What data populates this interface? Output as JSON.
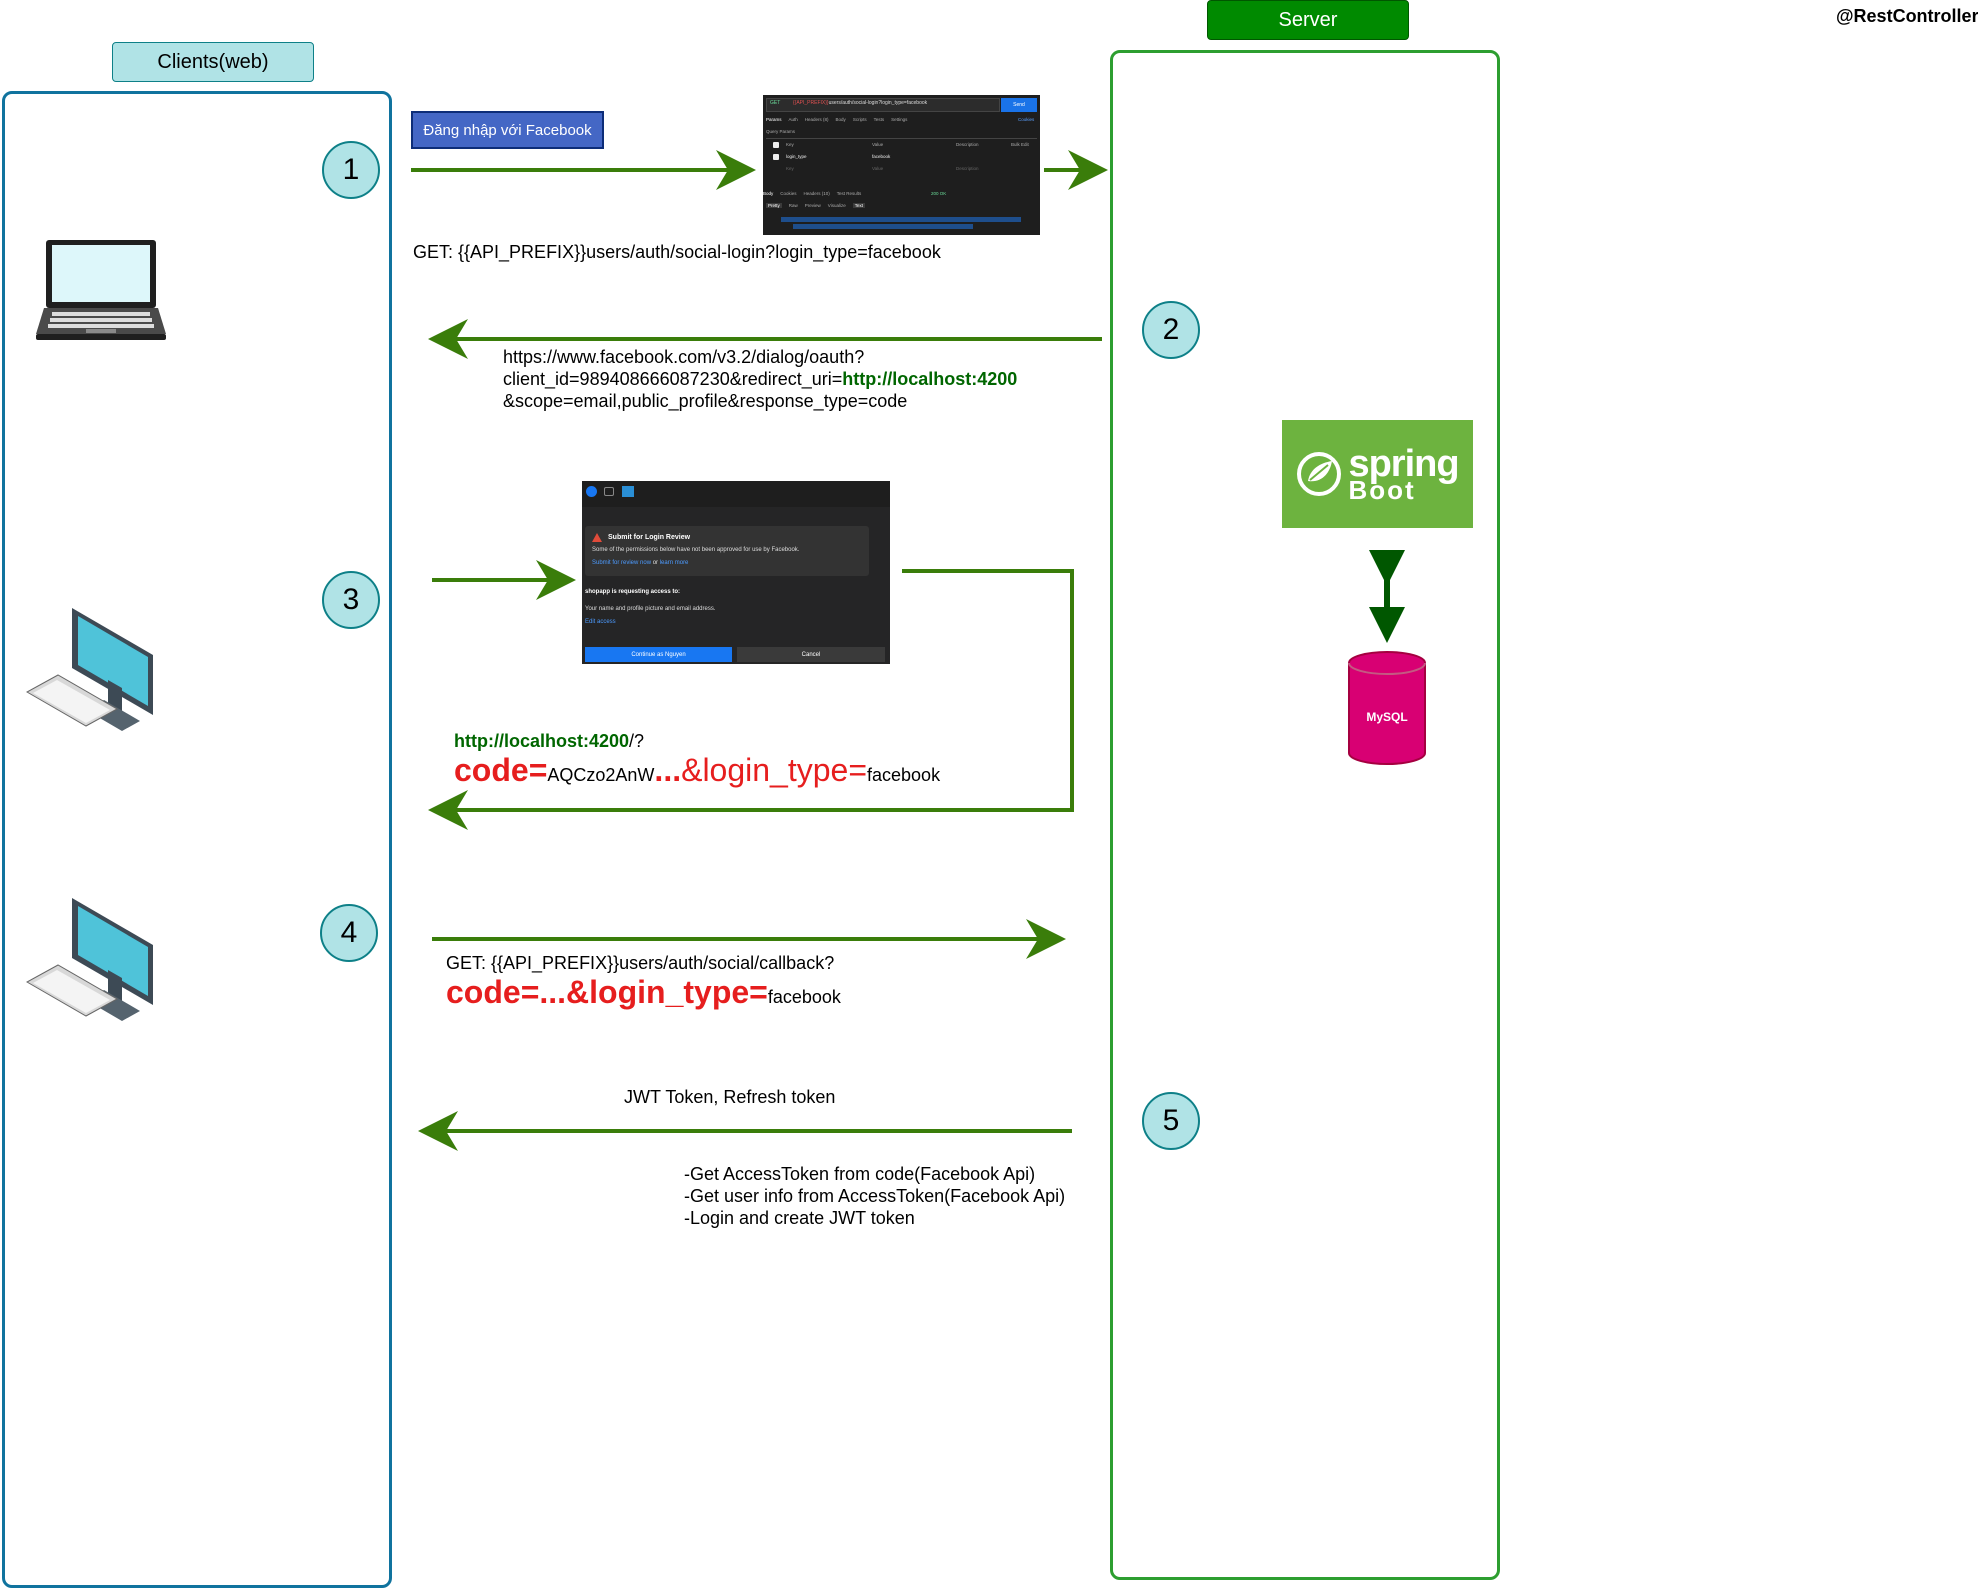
{
  "lanes": {
    "client_title": "Clients(web)",
    "server_title": "Server",
    "annotation": "@RestController"
  },
  "steps": [
    "1",
    "2",
    "3",
    "4",
    "5"
  ],
  "step1": {
    "button_label": "Đăng nhập với Facebook",
    "request": "GET: {{API_PREFIX}}users/auth/social-login?login_type=facebook"
  },
  "step2": {
    "line1": "https://www.facebook.com/v3.2/dialog/oauth?",
    "line2_prefix": "client_id=989408666087230&redirect_uri=",
    "line2_host": "http://localhost:4200",
    "line3": "&scope=email,public_profile&response_type=code"
  },
  "step3": {
    "host": "http://localhost:4200",
    "host_suffix": "/?",
    "code_key": "code=",
    "code_value": "AQCzo2AnW",
    "ellipsis": "...",
    "type_key": "&login_type=",
    "type_value": "facebook",
    "modal": {
      "title": "Submit for Login Review",
      "body": "Some of the permissions below have not been approved for use by Facebook.",
      "link1": "Submit for review now",
      "or": "or",
      "link2": "learn more",
      "request": "shopapp is requesting access to:",
      "scope": "Your name and profile picture and email address.",
      "edit": "Edit access",
      "continue": "Continue as Nguyen",
      "cancel": "Cancel"
    }
  },
  "step4": {
    "request": "GET: {{API_PREFIX}}users/auth/social/callback?",
    "code_line": "code=...&login_type=",
    "type_value": "facebook"
  },
  "step5": {
    "response": "JWT Token, Refresh token",
    "notes": [
      "-Get AccessToken from code(Facebook Api)",
      "-Get user info from AccessToken(Facebook Api)",
      "-Login and create JWT token"
    ]
  },
  "server": {
    "spring_word": "spring",
    "boot_word": "Boot",
    "db_label": "MySQL"
  },
  "postman": {
    "method": "GET",
    "url_prefix": "{{API_PREFIX}}",
    "url_rest": "users/auth/social-login?login_type=facebook",
    "send": "Send",
    "tabs": [
      "Params",
      "Auth",
      "Headers (8)",
      "Body",
      "Scripts",
      "Tests",
      "Settings"
    ],
    "cookies": "Cookies",
    "query_label": "Query Params",
    "col_key": "Key",
    "col_value": "Value",
    "col_desc": "Description",
    "bulk": "Bulk Edit",
    "row_key": "login_type",
    "row_value": "facebook",
    "ph_key": "Key",
    "ph_value": "Value",
    "ph_desc": "Description",
    "resp_tabs": [
      "Body",
      "Cookies",
      "Headers (10)",
      "Test Results"
    ],
    "status": "200 OK",
    "view_tabs": [
      "Pretty",
      "Raw",
      "Preview",
      "Visualize"
    ],
    "format": "Text"
  },
  "colors": {
    "arrow": "#3a7d0a",
    "client_border": "#10739e",
    "server_border": "#2d9e30",
    "step_fill": "#b0e3e6",
    "db_fill": "#d80073",
    "spring_green": "#6db33f",
    "facebook_button": "#4467c5",
    "code_red": "#e61e1e"
  }
}
